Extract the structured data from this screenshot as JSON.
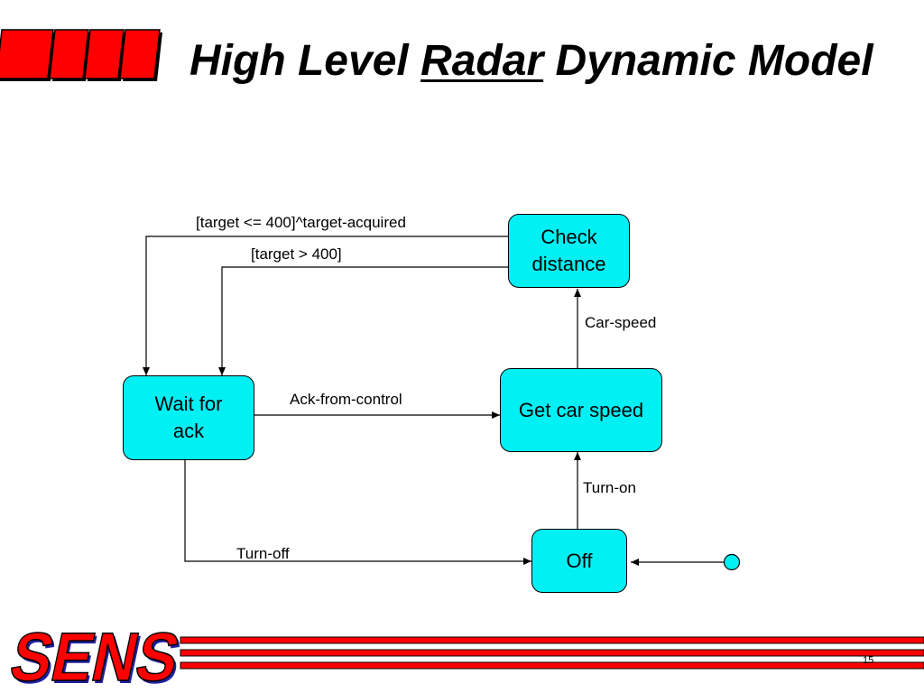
{
  "slide": {
    "title_part1": "High Level ",
    "title_part2": "Radar",
    "title_part3": " Dynamic Model",
    "logo_text": "SENS",
    "page_number": "15",
    "colors": {
      "accent_red": "#ff0000",
      "state_fill": "#00f0f4",
      "logo_shadow": "#2020a0"
    }
  },
  "states": {
    "check_distance": "Check distance",
    "get_car_speed": "Get car speed",
    "wait_for_ack": "Wait for ack",
    "off": "Off"
  },
  "transitions": {
    "target_acquired": "[target <= 400]^target-acquired",
    "target_far": "[target > 400]",
    "car_speed": "Car-speed",
    "ack_from_control": "Ack-from-control",
    "turn_on": "Turn-on",
    "turn_off": "Turn-off"
  }
}
